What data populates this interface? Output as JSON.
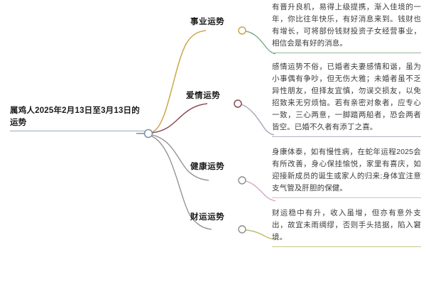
{
  "mindmap": {
    "root": {
      "text": "属鸡人2025年2月13日至3月13日的运势",
      "underline_color": "#9aa8b8"
    },
    "branches": [
      {
        "label": "事业运势",
        "node_color": "#c9a84c",
        "stem_color": "#c9a84c",
        "leaf_color": "#7fa985",
        "underline_color": "#95b79a",
        "content": "有晋升良机，易得上级提携，渐入佳境的一年，你比往年快乐，有好消息来到。钱财也有增长，可将部份钱财投资子女经营事业，相信会是有好的消息。"
      },
      {
        "label": "爱情运势",
        "node_color": "#8d4a55",
        "stem_color": "#8d4a55",
        "leaf_color": "#a9a4b8",
        "underline_color": "#b6b2c4",
        "content": "感情运势不俗，已婚者夫妻感情和谐，虽为小事偶有争吵，但无伤大雅；未婚者虽不乏异性朋友，但择友宜慎，勿误交损友，以免招致来无穷烦恼。若有亲密对象者，应专心一致，三心两意，一脚踏两船者，恐会两者皆空。已婚不久者有添丁之喜。"
      },
      {
        "label": "健康运势",
        "node_color": "#8d8d8d",
        "stem_color": "#8d8d8d",
        "leaf_color": "#cfa8c8",
        "underline_color": "#d9bcd4",
        "content": "身康体泰，如有慢性病，在蛇年运程2025会有所改善，身心保挂愉悦，家里有喜庆，如迎接新成员的诞生或家人的归来;身体宜注意支气管及肝胆的保健。"
      },
      {
        "label": "财运运势",
        "node_color": "#8d8d8d",
        "stem_color": "#8d8d8d",
        "leaf_color": "#bcbd6e",
        "underline_color": "#c7c88a",
        "content": "财运稳中有升，收入虽增，但亦有意外支出，故宜未雨绸缪，否则手头拮据，陷入窘境。"
      }
    ],
    "hub": {
      "fill": "#ffffff",
      "stroke": "#7f93a8"
    }
  }
}
